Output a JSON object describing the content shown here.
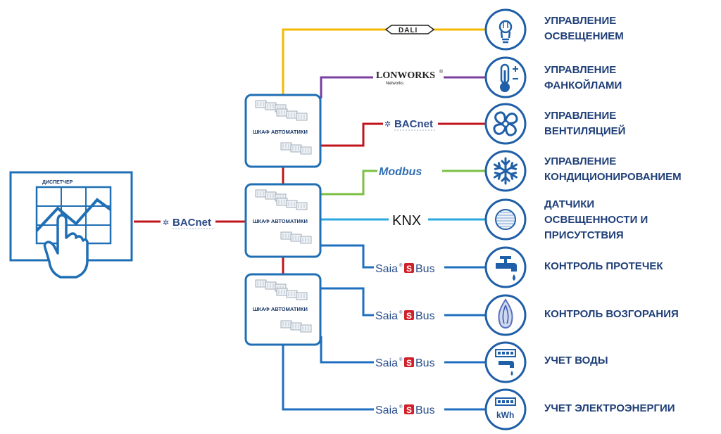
{
  "dispatcher": {
    "title": "ДИСПЕТЧЕР",
    "protocol": "BACnet"
  },
  "cabinets": [
    {
      "title": "ШКАФ АВТОМАТИКИ"
    },
    {
      "title": "ШКАФ АВТОМАТИКИ"
    },
    {
      "title": "ШКАФ АВТОМАТИКИ"
    }
  ],
  "protocols": {
    "dali": "DALI",
    "lonworks": "LONWORKS",
    "lonworks_sub": "Networks",
    "bacnet": "BACnet",
    "modbus": "Modbus",
    "knx": "KNX",
    "saia": "Saia",
    "sbus": "Bus"
  },
  "meter_unit": "kWh",
  "subsystems": [
    {
      "icon": "light-bulb-icon",
      "protocol": "DALI",
      "lines": [
        "УПРАВЛЕНИЕ",
        "ОСВЕЩЕНИЕМ"
      ]
    },
    {
      "icon": "thermometer-icon",
      "protocol": "LonWorks",
      "lines": [
        "УПРАВЛЕНИЕ",
        "ФАНКОЙЛАМИ"
      ]
    },
    {
      "icon": "ventilation-fan-icon",
      "protocol": "BACnet",
      "lines": [
        "УПРАВЛЕНИЕ",
        "ВЕНТИЛЯЦИЕЙ"
      ]
    },
    {
      "icon": "snowflake-icon",
      "protocol": "Modbus",
      "lines": [
        "УПРАВЛЕНИЕ",
        "КОНДИЦИОНИРОВАНИЕМ"
      ]
    },
    {
      "icon": "presence-sensor-icon",
      "protocol": "KNX",
      "lines": [
        "ДАТЧИКИ",
        "ОСВЕЩЕННОСТИ И",
        "ПРИСУТСТВИЯ"
      ]
    },
    {
      "icon": "water-tap-icon",
      "protocol": "Saia S-Bus",
      "lines": [
        "КОНТРОЛЬ ПРОТЕЧЕК"
      ]
    },
    {
      "icon": "flame-icon",
      "protocol": "Saia S-Bus",
      "lines": [
        "КОНТРОЛЬ ВОЗГОРАНИЯ"
      ]
    },
    {
      "icon": "water-meter-icon",
      "protocol": "Saia S-Bus",
      "lines": [
        "УЧЕТ ВОДЫ"
      ]
    },
    {
      "icon": "electricity-meter-icon",
      "protocol": "Saia S-Bus",
      "lines": [
        "УЧЕТ ЭЛЕКТРОЭНЕРГИИ"
      ]
    }
  ],
  "colors": {
    "dali": "#f5b800",
    "lonworks": "#7b3fa0",
    "bacnet": "#c0141c",
    "modbus": "#7cc043",
    "knx": "#29a8e0",
    "sbus": "#1f6fc0",
    "frame": "#1f6fb5",
    "icon": "#1f5fa8",
    "label": "#1f3f78"
  }
}
